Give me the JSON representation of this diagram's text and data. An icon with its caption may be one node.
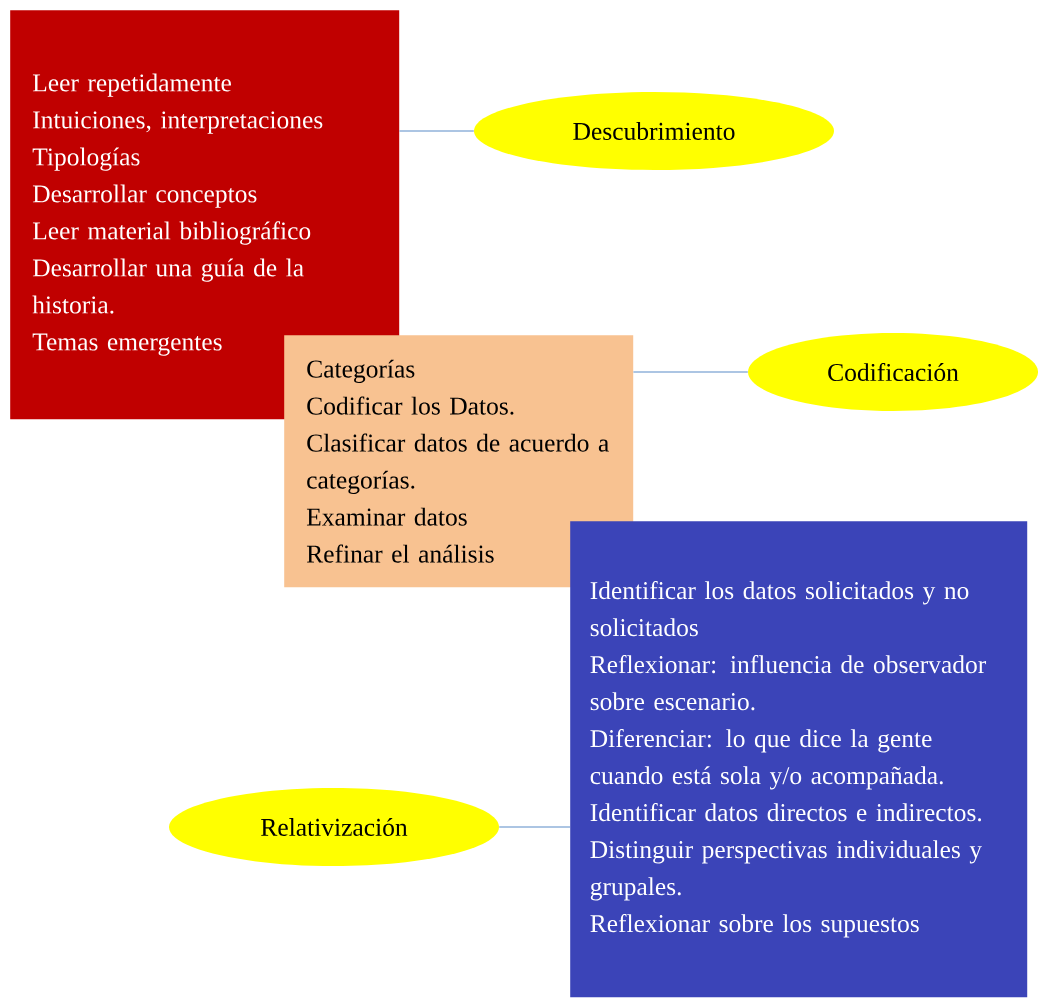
{
  "diagram": {
    "nodes": [
      {
        "text": [
          "Leer repetidamente",
          "Intuiciones, interpretaciones",
          "Tipologías",
          "Desarrollar conceptos",
          "Leer material bibliográfico",
          "Desarrollar una guía de la historia.",
          "Temas emergentes"
        ]
      },
      {
        "text": [
          "Descubrimiento"
        ]
      },
      {
        "text": [
          "Categorías",
          "Codificar los Datos.",
          "Clasificar datos de acuerdo a categorías.",
          "Examinar datos",
          "Refinar el análisis"
        ]
      },
      {
        "text": [
          "Codificación"
        ]
      },
      {
        "text": [
          "Identificar los datos solicitados y no solicitados",
          "Reflexionar: influencia de observador sobre escenario.",
          "Diferenciar: lo que dice la gente cuando está sola y/o acompañada.",
          "Identificar datos directos e indirectos.",
          "Distinguir perspectivas individuales y grupales.",
          "Reflexionar sobre los supuestos"
        ]
      },
      {
        "text": [
          "Relativización"
        ]
      }
    ],
    "edges": [
      {
        "from": 0,
        "to": 1,
        "arrow": "none"
      },
      {
        "from": 2,
        "to": 3,
        "arrow": "none"
      },
      {
        "from": 5,
        "to": 4,
        "arrow": "none"
      }
    ]
  }
}
